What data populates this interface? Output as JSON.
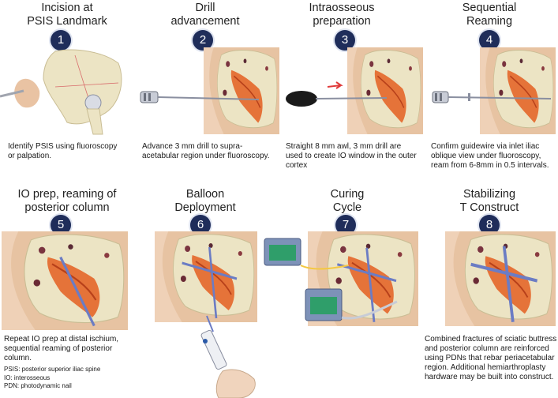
{
  "steps": [
    {
      "number": "1",
      "title_line1": "Incision at",
      "title_line2": "PSIS Landmark",
      "caption": "Identify PSIS using fluoroscopy or palpation."
    },
    {
      "number": "2",
      "title_line1": "Drill",
      "title_line2": "advancement",
      "caption": "Advance 3 mm drill to supra-acetabular region under fluoroscopy."
    },
    {
      "number": "3",
      "title_line1": "Intraosseous",
      "title_line2": "preparation",
      "caption": "Straight 8 mm awl, 3 mm drill are used to create IO window in the outer cortex"
    },
    {
      "number": "4",
      "title_line1": "Sequential",
      "title_line2": "Reaming",
      "caption": "Confirm guidewire via inlet iliac oblique view under fluoroscopy, ream from 6-8mm in 0.5 intervals."
    },
    {
      "number": "5",
      "title_line1": "IO prep, reaming of",
      "title_line2": "posterior column",
      "caption": "Repeat IO prep at distal ischium, sequential reaming of posterior column."
    },
    {
      "number": "6",
      "title_line1": "Balloon",
      "title_line2": "Deployment",
      "caption": ""
    },
    {
      "number": "7",
      "title_line1": "Curing",
      "title_line2": "Cycle",
      "caption": ""
    },
    {
      "number": "8",
      "title_line1": "Stabilizing",
      "title_line2": "T Construct",
      "caption": "Combined fractures of sciatic buttress and posterior column are reinforced using PDNs that rebar periacetabular region. Additional hemiarthroplasty hardware may be built into construct."
    }
  ],
  "abbreviations": [
    "PSIS: posterior superior iliac spine",
    "IO: interosseous",
    "PDN: photodynamic nail"
  ],
  "colors": {
    "badge": "#1f2d5a",
    "bone": "#ece4c4",
    "skin": "#e9c3a3",
    "marrow": "#e4662a",
    "nail": "#6b7cc4"
  }
}
